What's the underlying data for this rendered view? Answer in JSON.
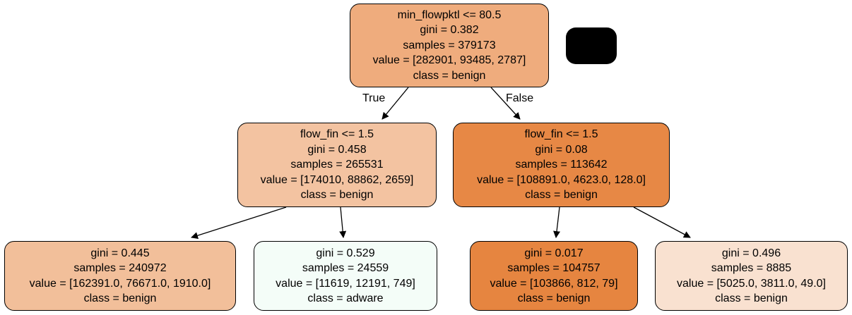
{
  "colors": {
    "node_0": "#efac7d",
    "node_1": "#f3c3a1",
    "node_2": "#e78845",
    "node_3": "#f2bf9a",
    "node_4": "#f4fdf8",
    "node_5": "#e68540",
    "node_6": "#f9e1d0",
    "edge": "#000000",
    "redaction": "#000000"
  },
  "edges": {
    "true_label": "True",
    "false_label": "False"
  },
  "nodes": [
    {
      "split": "min_flowpktl <= 80.5",
      "gini": "gini = 0.382",
      "samples": "samples = 379173",
      "value": "value = [282901, 93485, 2787]",
      "class": "class = benign"
    },
    {
      "split": "flow_fin <= 1.5",
      "gini": "gini = 0.458",
      "samples": "samples = 265531",
      "value": "value = [174010, 88862, 2659]",
      "class": "class = benign"
    },
    {
      "split": "flow_fin <= 1.5",
      "gini": "gini = 0.08",
      "samples": "samples = 113642",
      "value": "value = [108891.0, 4623.0, 128.0]",
      "class": "class = benign"
    },
    {
      "gini": "gini = 0.445",
      "samples": "samples = 240972",
      "value": "value = [162391.0, 76671.0, 1910.0]",
      "class": "class = benign"
    },
    {
      "gini": "gini = 0.529",
      "samples": "samples = 24559",
      "value": "value = [11619, 12191, 749]",
      "class": "class = adware"
    },
    {
      "gini": "gini = 0.017",
      "samples": "samples = 104757",
      "value": "value = [103866, 812, 79]",
      "class": "class = benign"
    },
    {
      "gini": "gini = 0.496",
      "samples": "samples = 8885",
      "value": "value = [5025.0, 3811.0, 49.0]",
      "class": "class = benign"
    }
  ]
}
